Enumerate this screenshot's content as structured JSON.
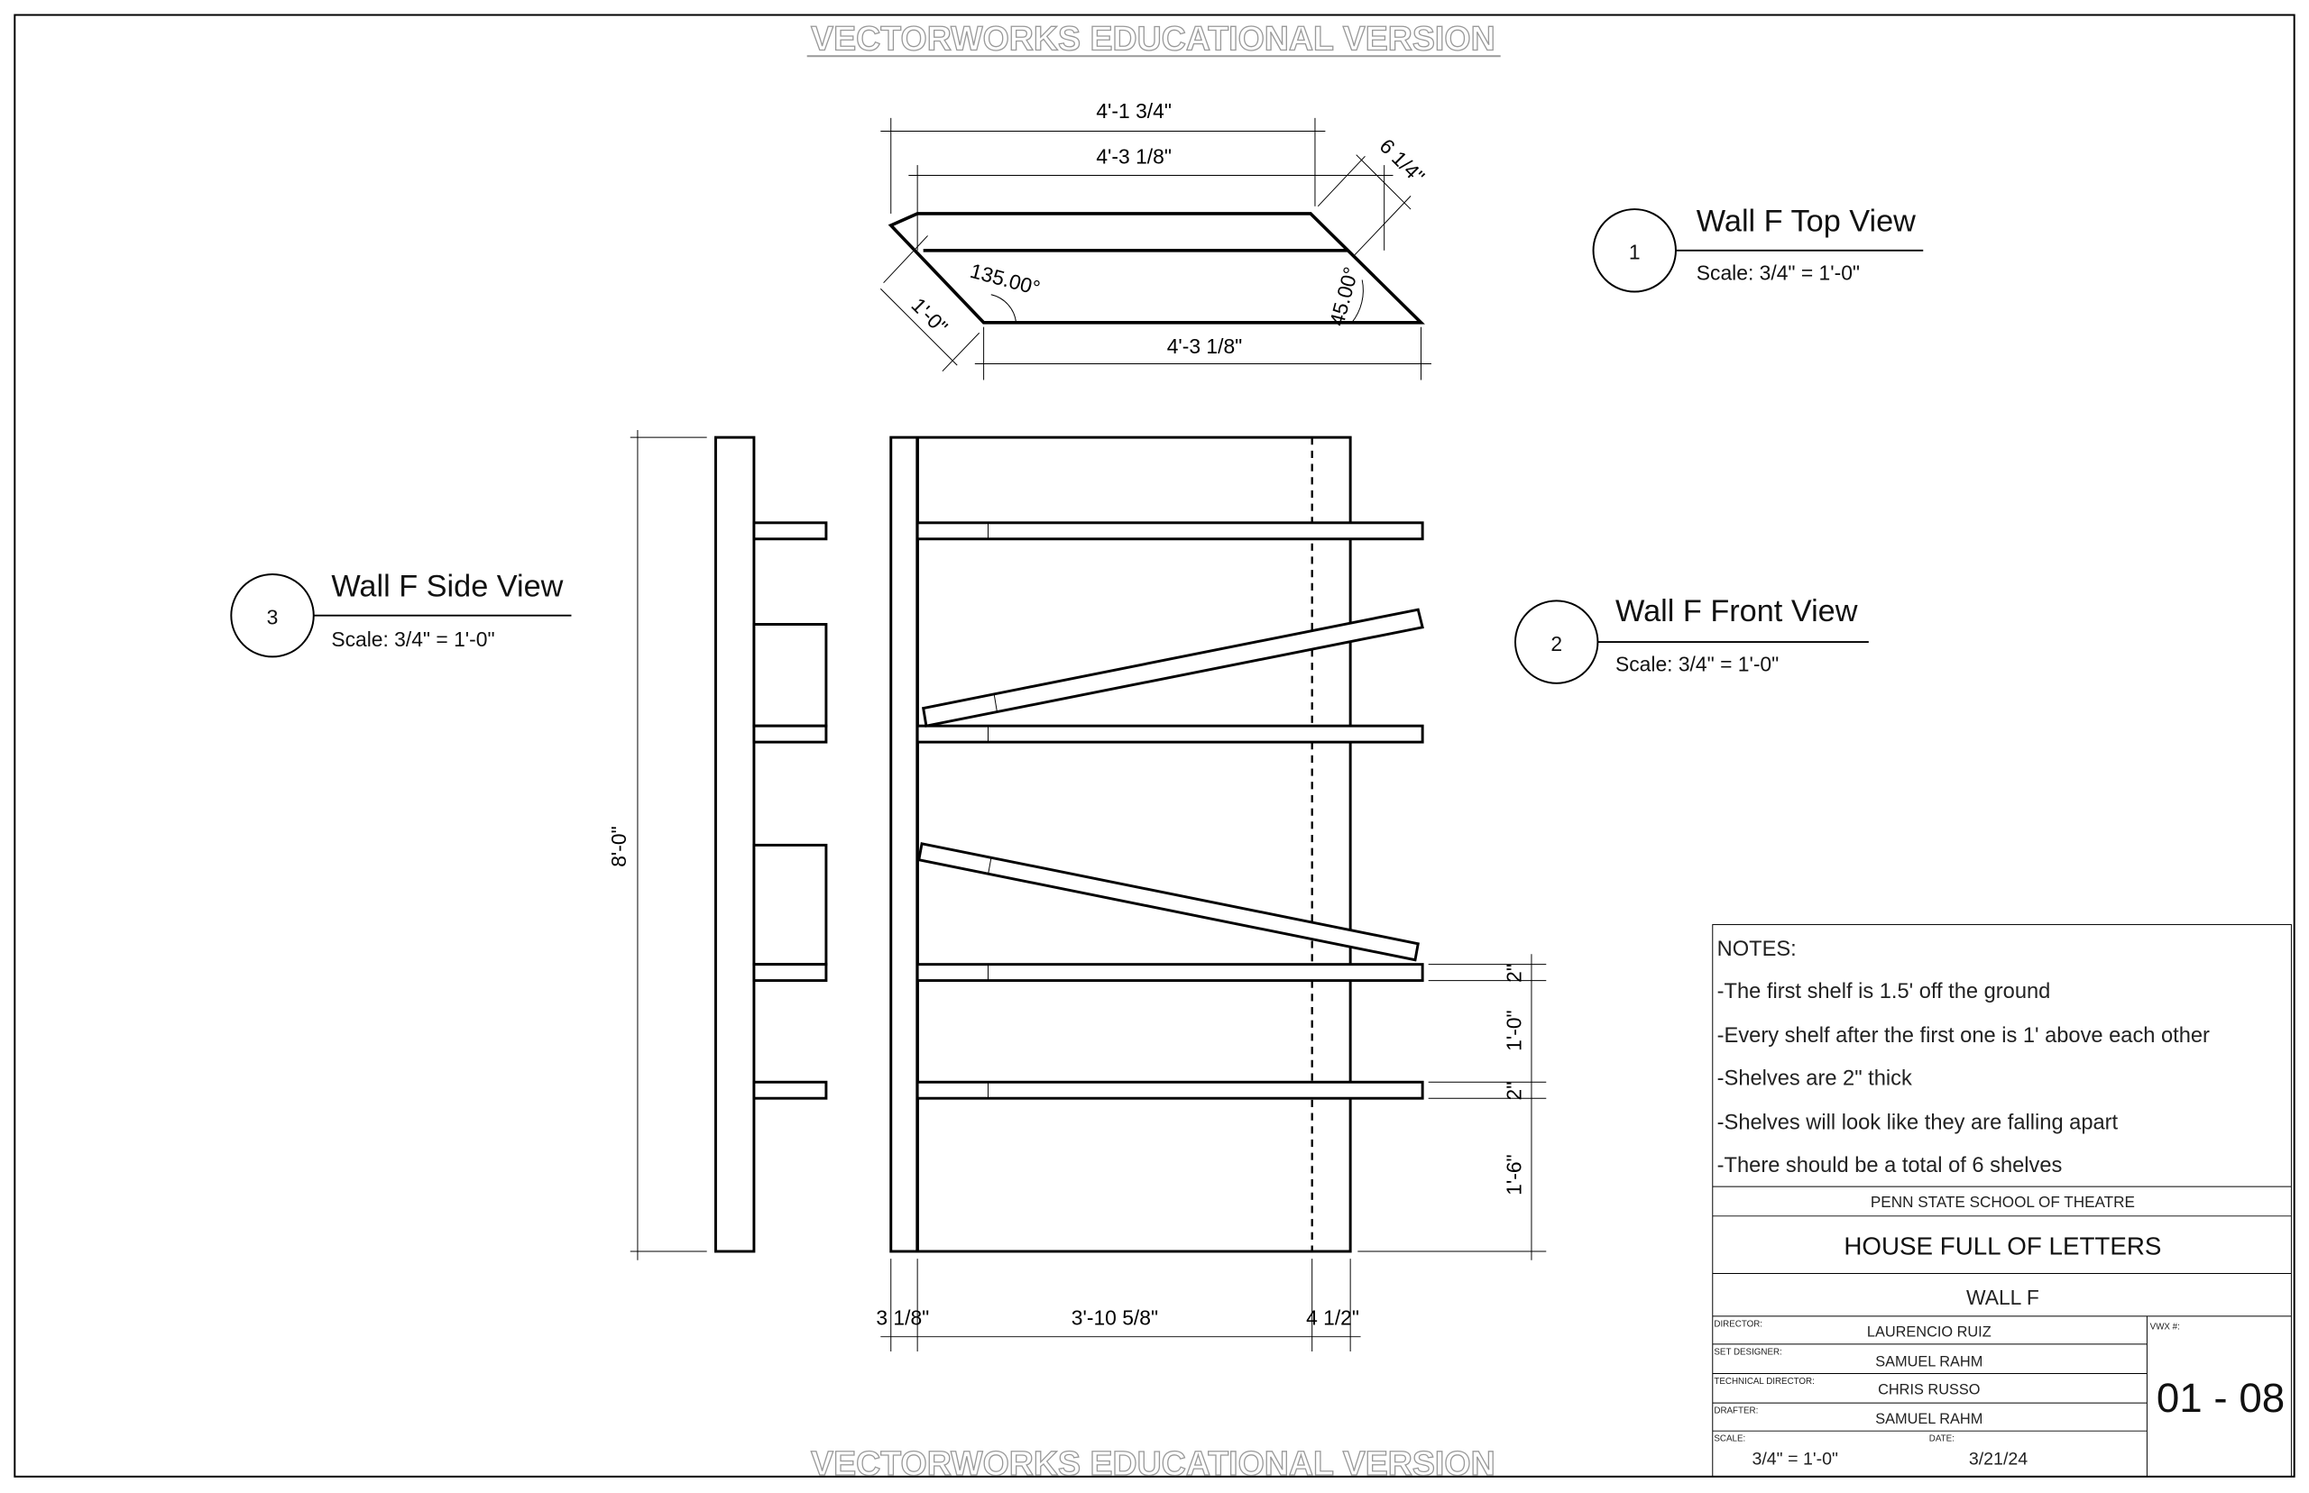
{
  "watermark": "VECTORWORKS EDUCATIONAL VERSION",
  "top_view": {
    "dims": {
      "overall_top": "4'-1 3/4\"",
      "inner_top": "4'-3 1/8\"",
      "bottom": "4'-3 1/8\"",
      "depth_right": "6 1/4\"",
      "depth_left": "1'-0\"",
      "angle_left": "135.00°",
      "angle_right": "45.00°"
    }
  },
  "side_view": {
    "height_dim": "8'-0\""
  },
  "front_view": {
    "right_dims": [
      "2\"",
      "1'-0\"",
      "2\"",
      "1'-6\""
    ],
    "bottom_dims": [
      "3 1/8\"",
      "3'-10 5/8\"",
      "4 1/2\""
    ]
  },
  "callouts": [
    {
      "number": "1",
      "title": "Wall F Top View",
      "scale": "Scale: 3/4\" = 1'-0\""
    },
    {
      "number": "2",
      "title": "Wall F Front View",
      "scale": "Scale: 3/4\" = 1'-0\""
    },
    {
      "number": "3",
      "title": "Wall F Side View",
      "scale": "Scale: 3/4\" = 1'-0\""
    }
  ],
  "notes": {
    "heading": "NOTES:",
    "items": [
      "-The first shelf is 1.5' off the ground",
      "-Every shelf after the first one is 1' above each other",
      "-Shelves are 2\" thick",
      "-Shelves will look like they are falling apart",
      "-There should be a total of 6 shelves"
    ]
  },
  "title_block": {
    "school": "PENN STATE SCHOOL OF THEATRE",
    "show": "HOUSE FULL OF LETTERS",
    "sheet_title": "WALL F",
    "director_label": "DIRECTOR:",
    "director": "LAURENCIO RUIZ",
    "set_designer_label": "SET DESIGNER:",
    "set_designer": "SAMUEL RAHM",
    "td_label": "TECHNICAL DIRECTOR:",
    "td": "CHRIS RUSSO",
    "drafter_label": "DRAFTER:",
    "drafter": "SAMUEL RAHM",
    "scale_label": "SCALE:",
    "scale": "3/4\" = 1'-0\"",
    "date_label": "DATE:",
    "date": "3/21/24",
    "vwx_label": "VWX #:",
    "sheet_number": "01 - 08"
  }
}
